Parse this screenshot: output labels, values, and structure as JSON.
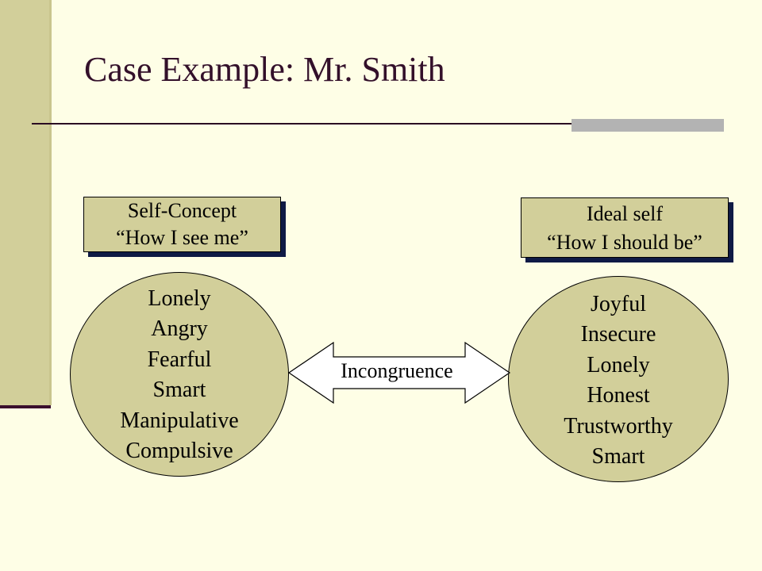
{
  "slide": {
    "title": "Case Example: Mr. Smith"
  },
  "self_concept": {
    "heading": "Self-Concept",
    "subheading": "“How I see me”",
    "traits": [
      "Lonely",
      "Angry",
      "Fearful",
      "Smart",
      "Manipulative",
      "Compulsive"
    ]
  },
  "ideal_self": {
    "heading": "Ideal self",
    "subheading": "“How I should be”",
    "traits": [
      "Joyful",
      "Insecure",
      "Lonely",
      "Honest",
      "Trustworthy",
      "Smart"
    ]
  },
  "connector": {
    "label": "Incongruence"
  },
  "colors": {
    "background": "#fefee6",
    "shape_fill": "#d2cf9a",
    "title_text": "#33102a",
    "rule": "#2a0c22",
    "shadow": "#0f1a45"
  }
}
